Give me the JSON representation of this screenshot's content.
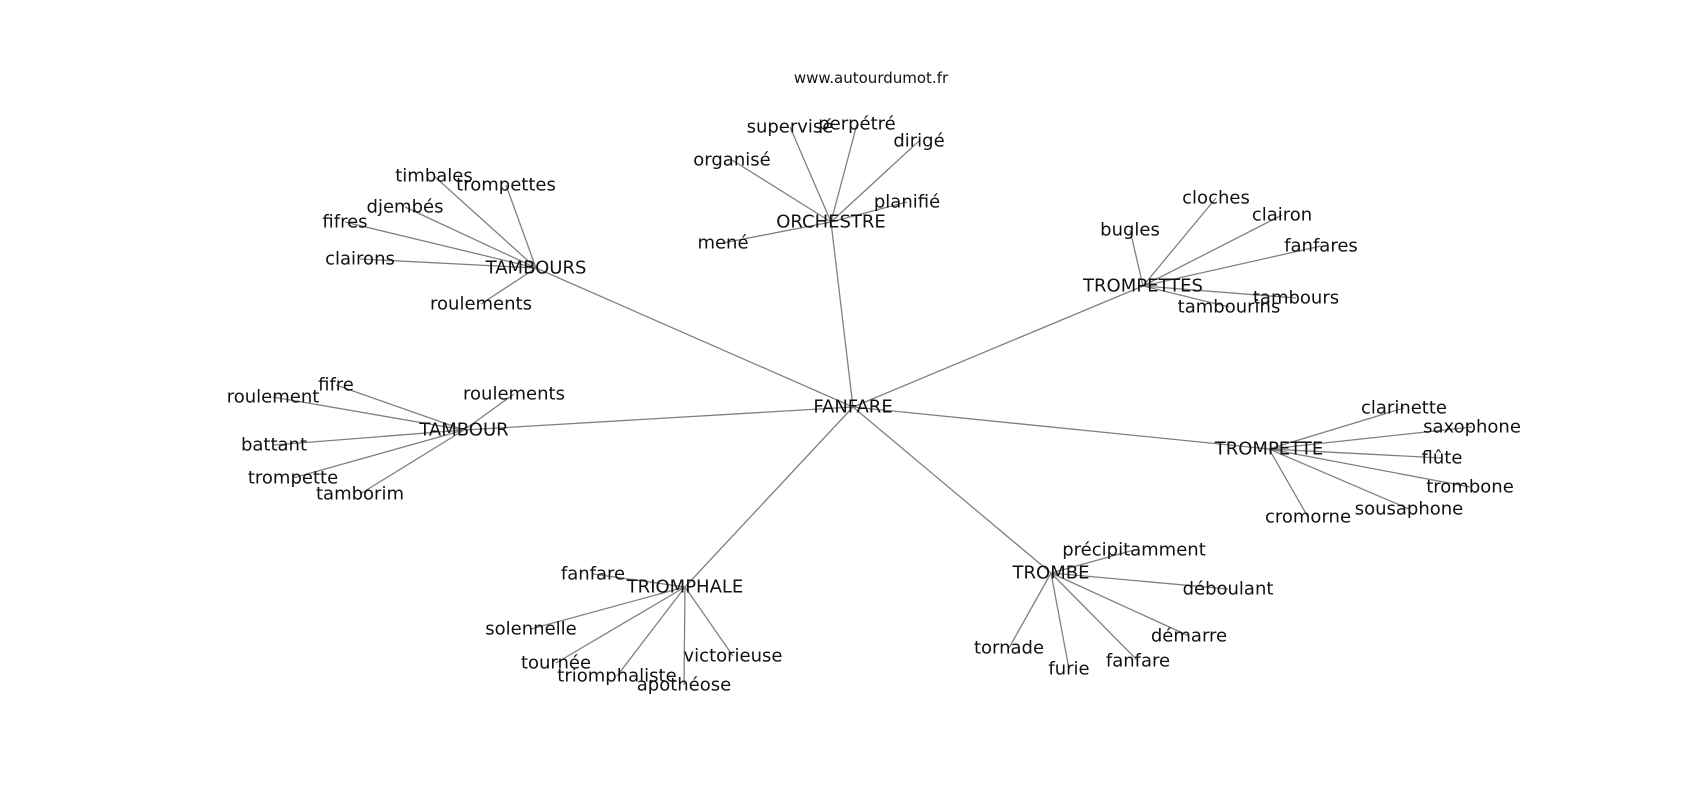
{
  "watermark": "www.autourdumot.fr",
  "colors": {
    "edge": "#808080",
    "text": "#111111",
    "background": "#ffffff"
  },
  "center": "FANFARE",
  "hubs": [
    {
      "label": "ORCHESTRE",
      "children": [
        "supervisé",
        "perpétré",
        "dirigé",
        "organisé",
        "planifié",
        "mené"
      ]
    },
    {
      "label": "TAMBOURS",
      "children": [
        "timbales",
        "trompettes",
        "djembés",
        "fifres",
        "clairons",
        "roulements"
      ]
    },
    {
      "label": "TROMPETTES",
      "children": [
        "cloches",
        "clairon",
        "bugles",
        "fanfares",
        "tambours",
        "tambourins"
      ]
    },
    {
      "label": "TAMBOUR",
      "children": [
        "fifre",
        "roulement",
        "roulements",
        "battant",
        "trompette",
        "tamborim"
      ]
    },
    {
      "label": "TROMPETTE",
      "children": [
        "clarinette",
        "saxophone",
        "flûte",
        "trombone",
        "sousaphone",
        "cromorne"
      ]
    },
    {
      "label": "TRIOMPHALE",
      "children": [
        "fanfare",
        "solennelle",
        "tournée",
        "triomphaliste",
        "apothéose",
        "victorieuse"
      ]
    },
    {
      "label": "TROMBE",
      "children": [
        "précipitamment",
        "déboulant",
        "démarre",
        "fanfare",
        "furie",
        "tornade"
      ]
    }
  ]
}
